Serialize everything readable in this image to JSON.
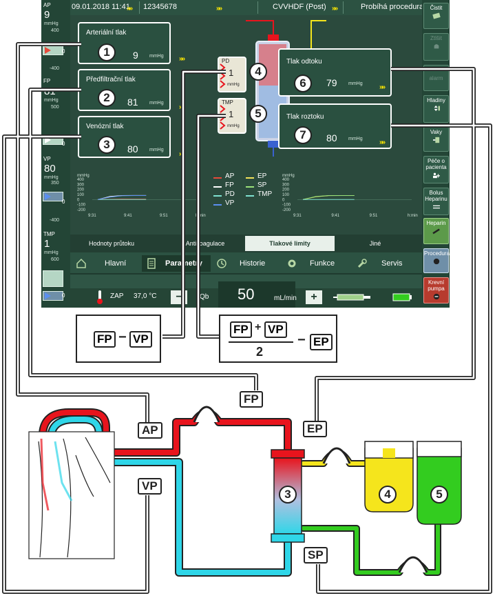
{
  "header": {
    "datetime": "09.01.2018 11:41",
    "patient_id": "12345678",
    "therapy": "CVVHDF (Post)",
    "status": "Probíhá procedura"
  },
  "left_panel": [
    {
      "label": "AP",
      "value": "9",
      "unit": "mmHg",
      "scale_top": "400",
      "scale_bottom": "-400",
      "zero": "0"
    },
    {
      "label": "FP",
      "value": "81",
      "unit": "mmHg",
      "scale_top": "500",
      "scale_bottom": "",
      "zero": "0"
    },
    {
      "label": "VP",
      "value": "80",
      "unit": "mmHg",
      "scale_top": "350",
      "scale_bottom": "-400",
      "zero": "0"
    },
    {
      "label": "TMP",
      "value": "1",
      "unit": "mmHg",
      "scale_top": "600",
      "scale_bottom": "",
      "zero": "0"
    }
  ],
  "right_panel": {
    "cistit": "Čistit",
    "zrsit": "Ztlšit",
    "alarm": "alarm",
    "hladiny": "Hladiny",
    "vaky": "Vaky",
    "pece": "Péče o pacienta",
    "bolus": "Bolus Heparinu",
    "heparin": "Heparin",
    "procedura": "Procedura",
    "krevni_pumpa": "Krevní pumpa"
  },
  "pressures": {
    "arterial": {
      "label": "Arteriální tlak",
      "value": "9",
      "unit": "mmHg",
      "badge": "1"
    },
    "prefilter": {
      "label": "Předfiltrační tlak",
      "value": "81",
      "unit": "mmHg",
      "badge": "2"
    },
    "venous": {
      "label": "Venózní tlak",
      "value": "80",
      "unit": "mmHg",
      "badge": "3"
    },
    "pd": {
      "label": "PD",
      "value": "1",
      "unit": "mmHg",
      "badge": "4"
    },
    "tmp": {
      "label": "TMP",
      "value": "1",
      "unit": "mmHg",
      "badge": "5"
    },
    "outflow": {
      "label": "Tlak odtoku",
      "value": "79",
      "unit": "mmHg",
      "badge": "6"
    },
    "solution": {
      "label": "Tlak roztoku",
      "value": "80",
      "unit": "mmHg",
      "badge": "7"
    }
  },
  "chart_data": [
    {
      "type": "line",
      "unit": "mmHg",
      "y_ticks": [
        "400",
        "300",
        "200",
        "100",
        "0",
        "-100",
        "-200"
      ],
      "x_ticks": [
        "9:31",
        "9:41",
        "9:51",
        "h:min"
      ],
      "ylim": [
        -200,
        400
      ],
      "series": [
        {
          "name": "AP",
          "color": "#e74a3b",
          "values": [
            0,
            5,
            10,
            9,
            9
          ]
        },
        {
          "name": "FP",
          "color": "#ffffff",
          "values": [
            0,
            60,
            80,
            81,
            81
          ]
        },
        {
          "name": "PD",
          "color": "#7fe3d2",
          "values": [
            0,
            1,
            1,
            1,
            1
          ]
        },
        {
          "name": "VP",
          "color": "#5b8ff0",
          "values": [
            0,
            50,
            75,
            80,
            80
          ]
        }
      ]
    },
    {
      "type": "line",
      "unit": "mmHg",
      "y_ticks": [
        "400",
        "300",
        "200",
        "100",
        "0",
        "-100",
        "-200"
      ],
      "x_ticks": [
        "9:31",
        "9:41",
        "9:51",
        "h:min"
      ],
      "ylim": [
        -200,
        400
      ],
      "series": [
        {
          "name": "EP",
          "color": "#f3e35a",
          "values": [
            0,
            55,
            78,
            79,
            79
          ]
        },
        {
          "name": "SP",
          "color": "#9be37a",
          "values": [
            0,
            60,
            80,
            80,
            80
          ]
        },
        {
          "name": "TMP",
          "color": "#7fe3d2",
          "values": [
            0,
            1,
            1,
            1,
            1
          ]
        }
      ]
    }
  ],
  "legend": [
    "AP",
    "FP",
    "PD",
    "VP",
    "EP",
    "SP",
    "TMP"
  ],
  "subtabs": [
    "Hodnoty průtoku",
    "Antikoagulace",
    "Tlakové limity",
    "Jiné"
  ],
  "active_subtab": "Tlakové limity",
  "maintabs": [
    "Hlavní",
    "Parametry",
    "Historie",
    "Funkce",
    "Servis"
  ],
  "active_maintab": "Parametry",
  "bottom": {
    "heater_state": "ZAP",
    "temperature": "37,0 °C",
    "minus": "−",
    "qb_label": "Qb",
    "qb_value": "50",
    "qb_unit": "mL/min",
    "plus": "+"
  },
  "formulas": {
    "f1_a": "FP",
    "f1_op": "−",
    "f1_b": "VP",
    "f2_a": "FP",
    "f2_plus": "+",
    "f2_b": "VP",
    "f2_den": "2",
    "f2_op": "−",
    "f2_c": "EP"
  },
  "circuit_labels": {
    "fp": "FP",
    "ap": "AP",
    "vp": "VP",
    "ep": "EP",
    "sp": "SP",
    "filter": "3",
    "bag_yellow": "4",
    "bag_green": "5"
  },
  "colors": {
    "arterial": "#e8141d",
    "venous": "#2fd6e8",
    "dialysate": "#f5e51c",
    "filtrate": "#33cc1f",
    "screen_bg": "#1f3a2e"
  }
}
